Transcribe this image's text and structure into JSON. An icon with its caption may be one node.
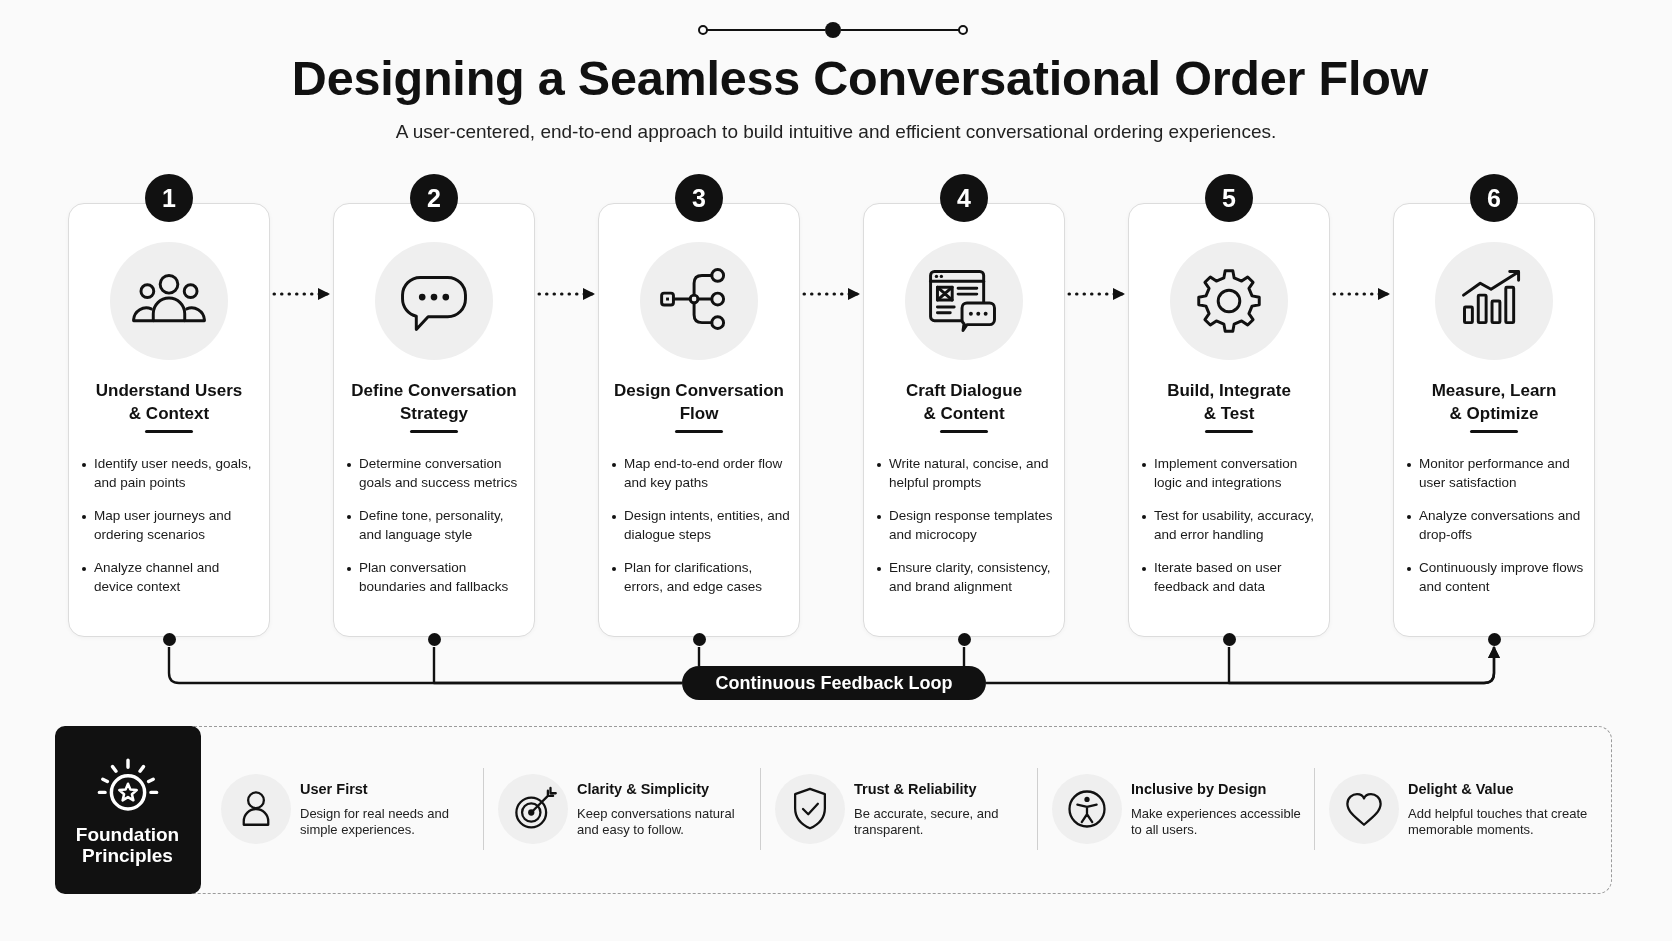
{
  "diagram": {
    "title": "Designing a Seamless Conversational Order Flow",
    "nodes": [
      {
        "text": [
          "1",
          "Understand Users & Context",
          "Identify user needs, goals, and pain points",
          "Map user journeys and ordering scenarios",
          "Analyze channel and device context"
        ]
      },
      {
        "text": [
          "2",
          "Define Conversation Strategy",
          "Determine conversation goals and success metrics",
          "Define tone, personality, and language style",
          "Plan conversation boundaries and fallbacks"
        ]
      },
      {
        "text": [
          "3",
          "Design Conversation Flow",
          "Map end-to-end order flow and key paths",
          "Design intents, entities, and dialogue steps",
          "Plan for clarifications, errors, and edge cases"
        ]
      },
      {
        "text": [
          "4",
          "Craft Dialogue & Content",
          "Write natural, concise, and helpful prompts",
          "Design response templates and microcopy",
          "Ensure clarity, consistency, and brand alignment"
        ]
      },
      {
        "text": [
          "5",
          "Build, Integrate & Test",
          "Implement conversation logic and integrations",
          "Test for usability, accuracy, and error handling",
          "Iterate based on user feedback and data"
        ]
      },
      {
        "text": [
          "6",
          "Measure, Learn & Optimize",
          "Monitor performance and user satisfaction",
          "Analyze conversations and drop-offs",
          "Continuously improve flows and content"
        ]
      },
      {
        "text": [
          "Continuous Feedback Loop"
        ]
      },
      {
        "text": [
          "User First",
          "Design for real needs and simple experiences.",
          "Clarity & Simplicity",
          "Keep conversations natural and easy to follow.",
          "Trust & Reliability",
          "Be accurate, secure, and transparent.",
          "Inclusive by Design",
          "Make experiences accessible to all users.",
          "Delight & Value",
          "Add helpful touches that create memorable moments."
        ]
      },
      {
        "text": [
          "Foundation Principles"
        ],
        "in": 7
      }
    ],
    "edges": [
      {
        "from": 0,
        "to": 1,
        "arrow": "to",
        "style": "dashed"
      },
      {
        "from": 1,
        "to": 2,
        "arrow": "to",
        "style": "dashed"
      },
      {
        "from": 2,
        "to": 3,
        "arrow": "to",
        "style": "dashed"
      },
      {
        "from": 3,
        "to": 4,
        "arrow": "to",
        "style": "dashed"
      },
      {
        "from": 4,
        "to": 5,
        "arrow": "to",
        "style": "dashed"
      },
      {
        "from": 0,
        "to": 6,
        "arrow": "none"
      },
      {
        "from": 1,
        "to": 6,
        "arrow": "none"
      },
      {
        "from": 2,
        "to": 6,
        "arrow": "none"
      },
      {
        "from": 3,
        "to": 6,
        "arrow": "none"
      },
      {
        "from": 6,
        "to": 5,
        "arrow": "to"
      },
      {
        "from": 4,
        "to": 5,
        "arrow": "to"
      }
    ],
    "labels": [
      "A user-centered, end-to-end approach to build intuitive and efficient conversational ordering experiences."
    ]
  }
}
